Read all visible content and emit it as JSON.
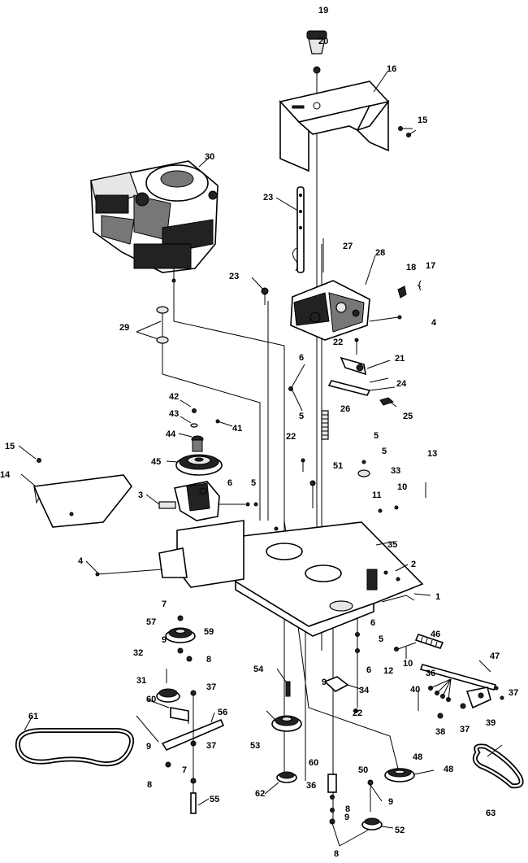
{
  "diagram": {
    "labels": [
      "1",
      "2",
      "3",
      "4",
      "4",
      "5",
      "5",
      "5",
      "5",
      "5",
      "6",
      "6",
      "6",
      "6",
      "7",
      "7",
      "8",
      "8",
      "8",
      "8",
      "9",
      "9",
      "9",
      "9",
      "9",
      "10",
      "10",
      "11",
      "12",
      "13",
      "14",
      "15",
      "15",
      "16",
      "17",
      "18",
      "19",
      "20",
      "21",
      "22",
      "22",
      "22",
      "23",
      "23",
      "24",
      "25",
      "26",
      "27",
      "28",
      "29",
      "30",
      "31",
      "32",
      "33",
      "34",
      "35",
      "36",
      "36",
      "37",
      "37",
      "37",
      "37",
      "38",
      "39",
      "40",
      "41",
      "42",
      "43",
      "44",
      "45",
      "46",
      "47",
      "48",
      "48",
      "50",
      "51",
      "52",
      "53",
      "54",
      "55",
      "56",
      "57",
      "59",
      "60",
      "60",
      "61",
      "62",
      "63"
    ]
  }
}
